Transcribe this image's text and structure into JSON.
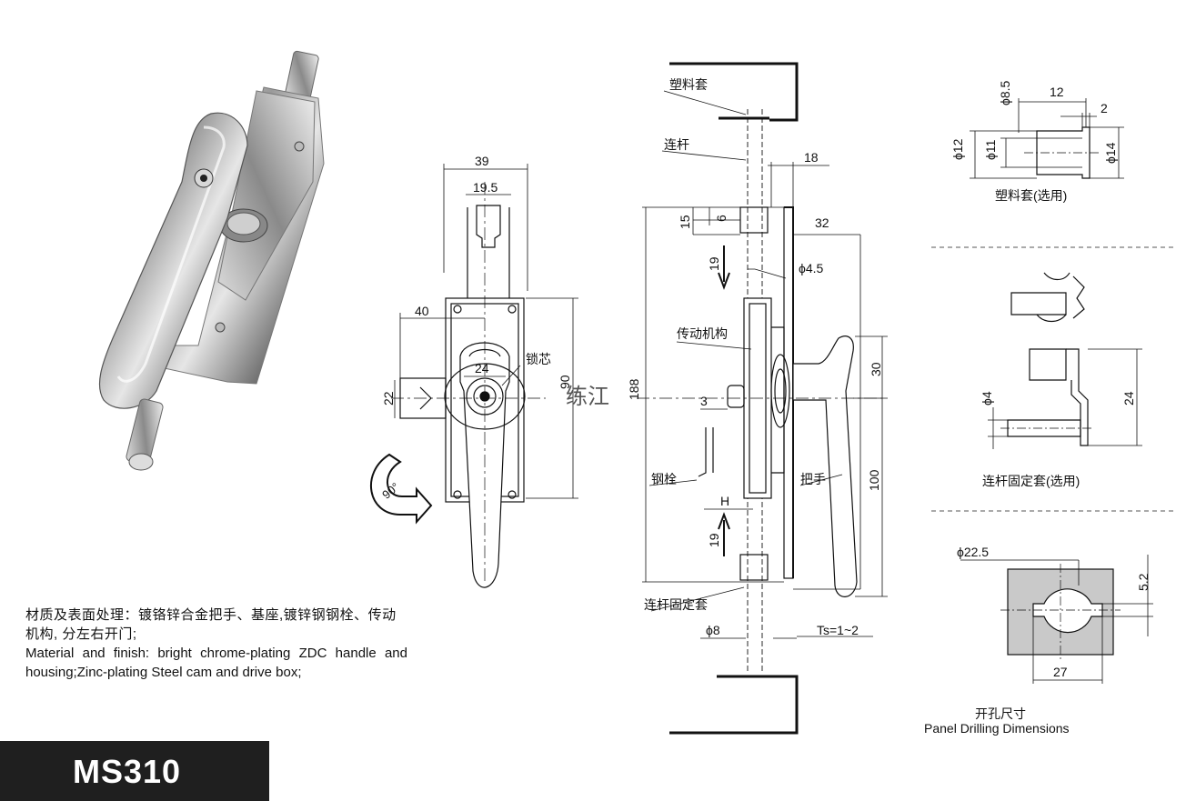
{
  "product": {
    "model": "MS310",
    "material_cn": "材质及表面处理：镀铬锌合金把手、基座,镀锌钢钢栓、传动机构, 分左右开门;",
    "material_en": "Material and finish: bright chrome-plating ZDC handle and housing;Zinc-plating Steel cam and drive box;",
    "watermark": "练江"
  },
  "front_view": {
    "dims": {
      "width_top": "39",
      "inner_width": "19.5",
      "left_offset": "40",
      "cam_height": "22",
      "hole_dia": "24",
      "height": "90"
    },
    "labels": {
      "lock_core": "锁芯",
      "rotation": "90°"
    }
  },
  "side_view": {
    "labels": {
      "plastic_sleeve": "塑料套",
      "rod": "连杆",
      "drive_mechanism": "传动机构",
      "steel_bolt": "钢栓",
      "handle": "把手",
      "rod_guide": "连杆固定套"
    },
    "dims": {
      "thickness": "18",
      "total": "188",
      "top_15": "15",
      "top_6": "6",
      "dia_45": "ϕ4.5",
      "d32": "32",
      "upper_19": "19",
      "d30": "30",
      "d3": "3",
      "d100": "100",
      "H": "H",
      "lower_19": "19",
      "dia_8": "ϕ8",
      "ts": "Ts=1~2"
    }
  },
  "sleeve_detail": {
    "caption": "塑料套(选用)",
    "dims": {
      "d85": "ϕ8.5",
      "d12": "12",
      "d2": "2",
      "d12dia": "ϕ12",
      "d11": "ϕ11",
      "d14": "ϕ14"
    }
  },
  "guide_detail": {
    "caption": "连杆固定套(选用)",
    "dims": {
      "d4": "ϕ4",
      "d24": "24"
    }
  },
  "panel_detail": {
    "caption_cn": "开孔尺寸",
    "caption_en": "Panel Drilling Dimensions",
    "dims": {
      "d225": "ϕ22.5",
      "d52": "5.2",
      "d27": "27"
    }
  }
}
